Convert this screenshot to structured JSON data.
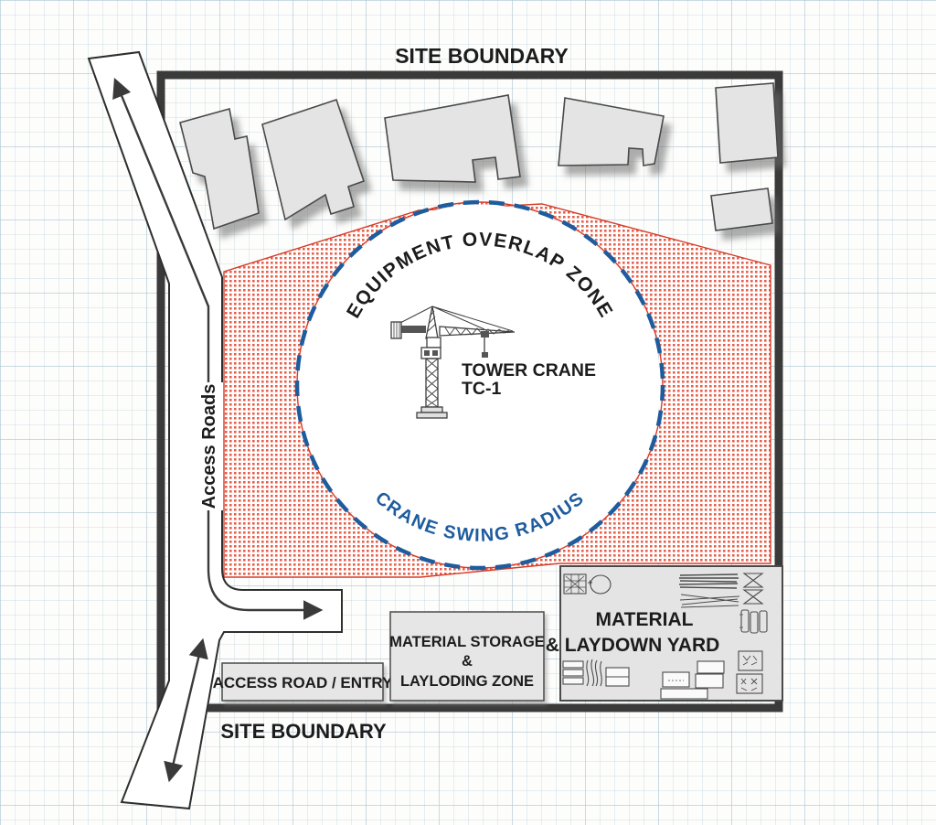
{
  "diagram": {
    "site_boundary_top": "SITE BOUNDARY",
    "site_boundary_bottom": "SITE BOUNDARY",
    "equipment_overlap_zone": "EQUIPMENT OVERLAP ZONE",
    "crane_swing_radius": "CRANE SWING RADIUS",
    "tower_crane_line1": "TOWER CRANE",
    "tower_crane_line2": "TC-1",
    "access_roads": "Access Roads",
    "access_road_entry": "ACCESS ROAD / ENTRY",
    "material_storage_line1": "MATERIAL STORAGE",
    "material_storage_line2": "&",
    "material_storage_line3": "LAYLODING ZONE",
    "laydown_line1": "MATERIAL",
    "laydown_line2": "& LAYDOWN YARD"
  },
  "colors": {
    "ink": "#1c1c1c",
    "boundary_dark": "#3a3a3a",
    "swing_blue": "#1e5c9e",
    "hatch_red": "#e2503a",
    "hatch_outline_red": "#d63c28",
    "building_gray": "#e4e4e4",
    "box_gray": "#e6e6e6",
    "road_outline": "#2e2e2e"
  }
}
